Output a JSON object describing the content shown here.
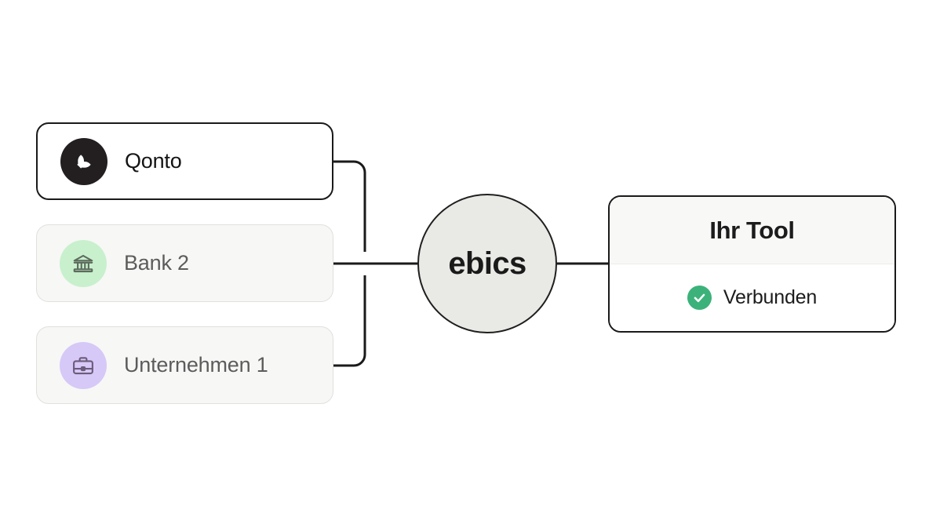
{
  "diagram": {
    "sources": [
      {
        "label": "Qonto",
        "icon": "qonto-logo-icon",
        "state": "active",
        "avatar_color": "#231f20"
      },
      {
        "label": "Bank 2",
        "icon": "bank-icon",
        "state": "muted",
        "avatar_color": "#c8f0cd"
      },
      {
        "label": "Unternehmen 1",
        "icon": "briefcase-icon",
        "state": "muted",
        "avatar_color": "#d6c8f7"
      }
    ],
    "protocol": {
      "label": "ebics",
      "fill_color": "#e9eae5",
      "border_color": "#1f1f1f"
    },
    "destination": {
      "title": "Ihr Tool",
      "status_label": "Verbunden",
      "status_icon": "check-circle-icon",
      "status_color": "#3cb27a"
    }
  }
}
